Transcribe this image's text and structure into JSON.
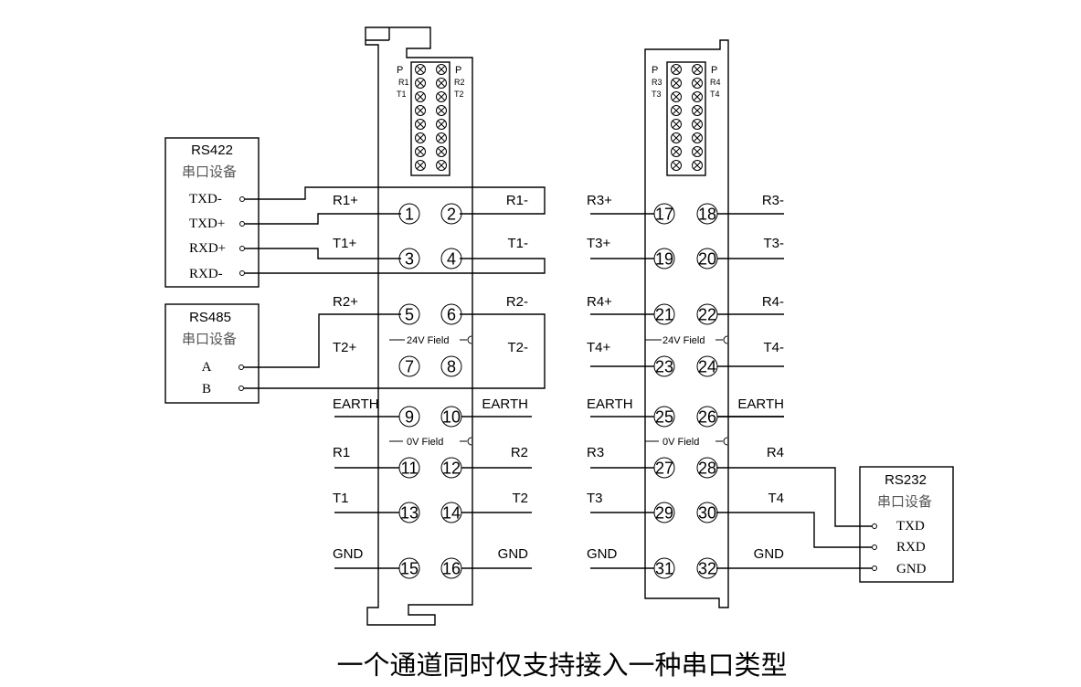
{
  "caption": "一个通道同时仅支持接入一种串口类型",
  "modules": [
    {
      "id": "module-left",
      "led_labels": {
        "left": [
          "P",
          "R1",
          "T1"
        ],
        "right": [
          "P",
          "R2",
          "T2"
        ]
      },
      "led_rows": 8,
      "terminals": [
        "1",
        "2",
        "3",
        "4",
        "5",
        "6",
        "7",
        "8",
        "9",
        "10",
        "11",
        "12",
        "13",
        "14",
        "15",
        "16"
      ],
      "field_24v": "24V Field",
      "field_0v": "0V Field",
      "signals_left": [
        "R1+",
        "T1+",
        "R2+",
        "T2+",
        "EARTH",
        "R1",
        "T1",
        "GND"
      ],
      "signals_right": [
        "R1-",
        "T1-",
        "R2-",
        "T2-",
        "EARTH",
        "R2",
        "T2",
        "GND"
      ]
    },
    {
      "id": "module-right",
      "led_labels": {
        "left": [
          "P",
          "R3",
          "T3"
        ],
        "right": [
          "P",
          "R4",
          "T4"
        ]
      },
      "led_rows": 8,
      "terminals": [
        "17",
        "18",
        "19",
        "20",
        "21",
        "22",
        "23",
        "24",
        "25",
        "26",
        "27",
        "28",
        "29",
        "30",
        "31",
        "32"
      ],
      "field_24v": "24V Field",
      "field_0v": "0V Field",
      "signals_left": [
        "R3+",
        "T3+",
        "R4+",
        "T4+",
        "EARTH",
        "R3",
        "T3",
        "GND"
      ],
      "signals_right": [
        "R3-",
        "T3-",
        "R4-",
        "T4-",
        "EARTH",
        "R4",
        "T4",
        "GND"
      ]
    }
  ],
  "devices": {
    "rs422": {
      "title": "RS422",
      "subtitle": "串口设备",
      "pins": [
        "TXD-",
        "TXD+",
        "RXD+",
        "RXD-"
      ]
    },
    "rs485": {
      "title": "RS485",
      "subtitle": "串口设备",
      "pins": [
        "A",
        "B"
      ]
    },
    "rs232": {
      "title": "RS232",
      "subtitle": "串口设备",
      "pins": [
        "TXD",
        "RXD",
        "GND"
      ]
    }
  }
}
